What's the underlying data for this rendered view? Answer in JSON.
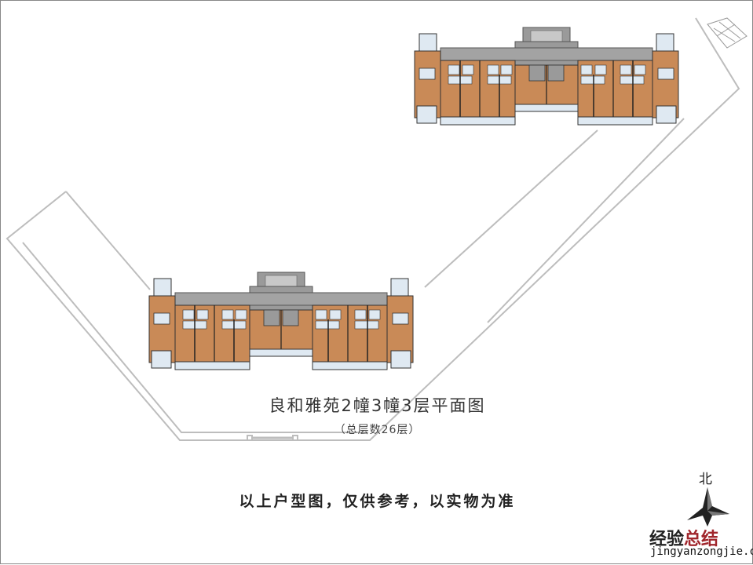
{
  "plan": {
    "title": "良和雅苑2幢3幢3层平面图",
    "subtitle": "（总层数26层）",
    "disclaimer": "以上户型图，仅供参考，以实物为准",
    "north_label": "北"
  },
  "watermark": {
    "text_black": "经验",
    "text_red": "总结",
    "url": "jingyanzongjie.com"
  },
  "colors": {
    "unit": "#c98a57",
    "core": "#9a9a9a",
    "balcony": "#dfe9f2",
    "site_line": "#bdbdbd"
  }
}
